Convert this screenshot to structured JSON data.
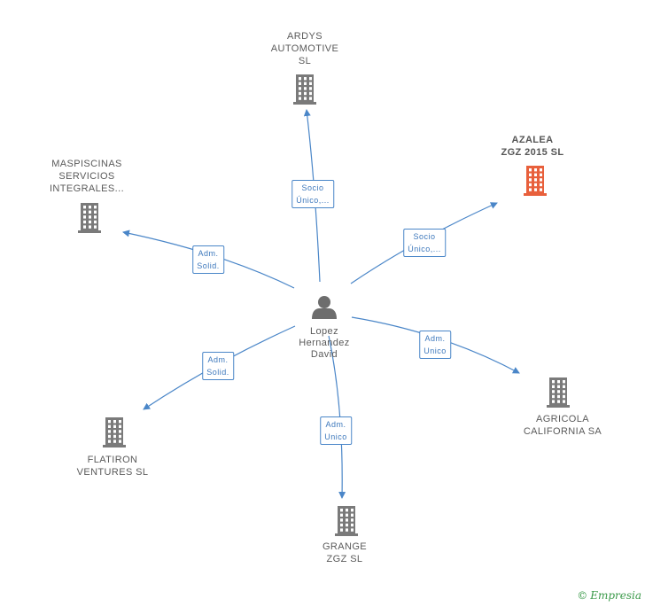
{
  "colors": {
    "edge": "#4a86c8",
    "building": "#7a7a7a",
    "building_highlight": "#e8603c",
    "person": "#6d6d6d",
    "text": "#5a5a5a"
  },
  "person": {
    "label_lines": [
      "Lopez",
      "Hernandez",
      "David"
    ],
    "icon": "person-icon"
  },
  "companies": [
    {
      "id": "ardys",
      "lines": [
        "ARDYS",
        "AUTOMOTIVE",
        "SL"
      ],
      "icon": "building-icon",
      "highlight": false
    },
    {
      "id": "azalea",
      "lines": [
        "AZALEA",
        "ZGZ 2015  SL"
      ],
      "icon": "building-icon",
      "highlight": true
    },
    {
      "id": "maspiscinas",
      "lines": [
        "MASPISCINAS",
        "SERVICIOS",
        "INTEGRALES..."
      ],
      "icon": "building-icon",
      "highlight": false
    },
    {
      "id": "agricola",
      "lines": [
        "AGRICOLA",
        "CALIFORNIA SA"
      ],
      "icon": "building-icon",
      "highlight": false
    },
    {
      "id": "flatiron",
      "lines": [
        "FLATIRON",
        "VENTURES  SL"
      ],
      "icon": "building-icon",
      "highlight": false
    },
    {
      "id": "grange",
      "lines": [
        "GRANGE",
        "ZGZ  SL"
      ],
      "icon": "building-icon",
      "highlight": false
    }
  ],
  "edges": [
    {
      "to": "ardys",
      "lines": [
        "Socio",
        "Único,..."
      ]
    },
    {
      "to": "azalea",
      "lines": [
        "Socio",
        "Único,..."
      ]
    },
    {
      "to": "maspiscinas",
      "lines": [
        "Adm.",
        "Solid."
      ]
    },
    {
      "to": "agricola",
      "lines": [
        "Adm.",
        "Unico"
      ]
    },
    {
      "to": "flatiron",
      "lines": [
        "Adm.",
        "Solid."
      ]
    },
    {
      "to": "grange",
      "lines": [
        "Adm.",
        "Unico"
      ]
    }
  ],
  "footer": {
    "copyright": "©",
    "brand": "Empresia"
  }
}
